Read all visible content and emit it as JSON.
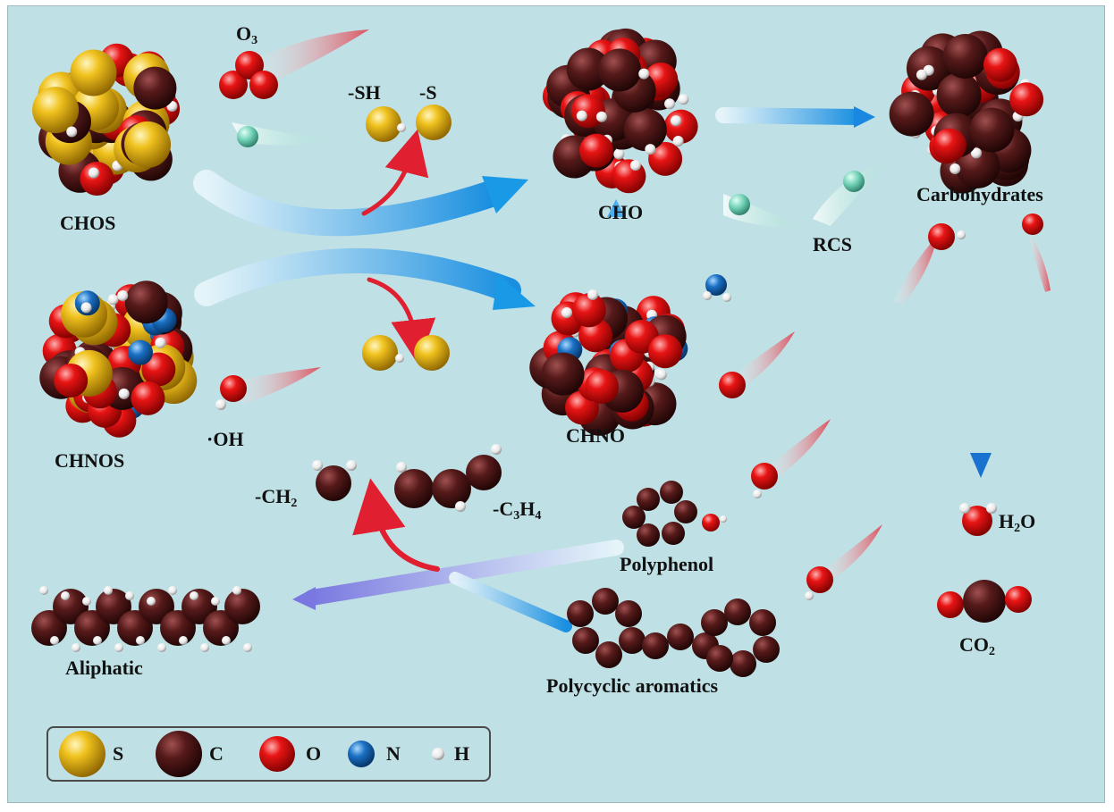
{
  "labels": {
    "o3": "O",
    "o3_sub": "3",
    "sh": "-SH",
    "s": "-S",
    "chos": "CHOS",
    "chnos": "CHNOS",
    "cho": "CHO",
    "chno": "CHNO",
    "carbohydrates": "Carbohydrates",
    "rcs": "RCS",
    "oh": "·OH",
    "ch2": "-CH",
    "ch2_sub": "2",
    "c3h4_a": "-C",
    "c3h4_sub1": "3",
    "c3h4_b": "H",
    "c3h4_sub2": "4",
    "polyphenol": "Polyphenol",
    "polycyclic": "Polycyclic aromatics",
    "aliphatic": "Aliphatic",
    "h2o_a": "H",
    "h2o_sub": "2",
    "h2o_b": "O",
    "co2_a": "CO",
    "co2_sub": "2"
  },
  "legend": [
    {
      "symbol": "S",
      "color": "#e6b51a"
    },
    {
      "symbol": "C",
      "color": "#4a1414"
    },
    {
      "symbol": "O",
      "color": "#e01010"
    },
    {
      "symbol": "N",
      "color": "#1a6fc0"
    },
    {
      "symbol": "H",
      "color": "#f2f2f2"
    }
  ],
  "colors": {
    "background": "#bfe0e4",
    "arrow_blue": "#1e90e0",
    "arrow_red": "#e02030"
  }
}
